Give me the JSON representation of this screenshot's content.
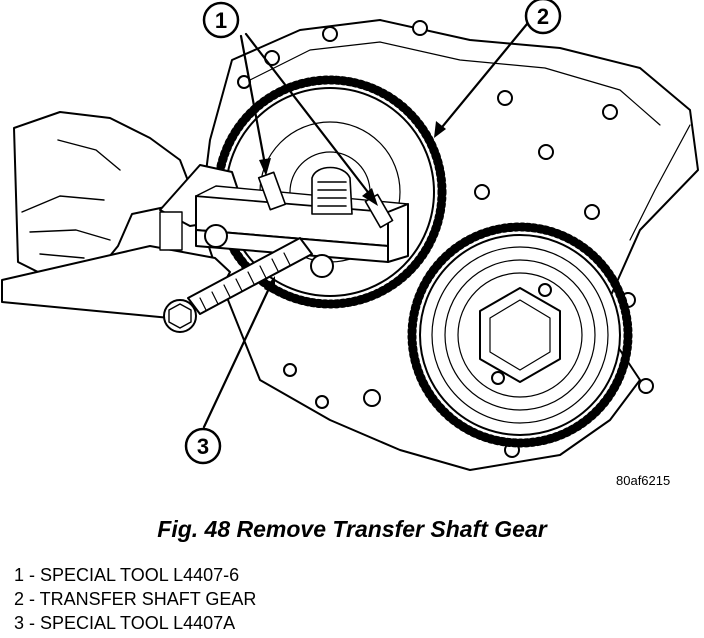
{
  "figure": {
    "image_code": "80af6215",
    "caption": "Fig. 48 Remove Transfer Shaft Gear"
  },
  "callouts": [
    {
      "number": "1"
    },
    {
      "number": "2"
    },
    {
      "number": "3"
    }
  ],
  "legend": [
    {
      "text": "1 - SPECIAL TOOL L4407-6"
    },
    {
      "text": "2 - TRANSFER SHAFT GEAR"
    },
    {
      "text": "3 - SPECIAL TOOL L4407A"
    }
  ]
}
